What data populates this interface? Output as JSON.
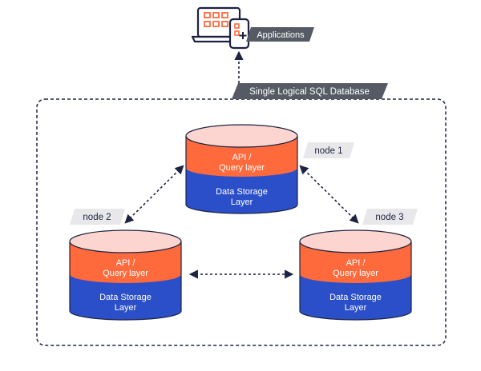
{
  "applications": {
    "label": "Applications",
    "icons": [
      "laptop-icon",
      "phone-icon"
    ]
  },
  "cluster": {
    "label": "Single Logical SQL Database"
  },
  "nodes": [
    {
      "label": "node 1",
      "top_layer": [
        "API /",
        "Query layer"
      ],
      "bottom_layer": [
        "Data Storage",
        "Layer"
      ]
    },
    {
      "label": "node 2",
      "top_layer": [
        "API /",
        "Query layer"
      ],
      "bottom_layer": [
        "Data Storage",
        "Layer"
      ]
    },
    {
      "label": "node 3",
      "top_layer": [
        "API /",
        "Query layer"
      ],
      "bottom_layer": [
        "Data Storage",
        "Layer"
      ]
    }
  ],
  "colors": {
    "api_layer": "#ff6a3d",
    "storage_layer": "#2b4fc8",
    "cylinder_top": "#fcd5d0",
    "label_tag": "#e8e8ea",
    "dark_tag": "#555a64",
    "connector": "#1d2340",
    "cluster_border": "#1d2340"
  }
}
